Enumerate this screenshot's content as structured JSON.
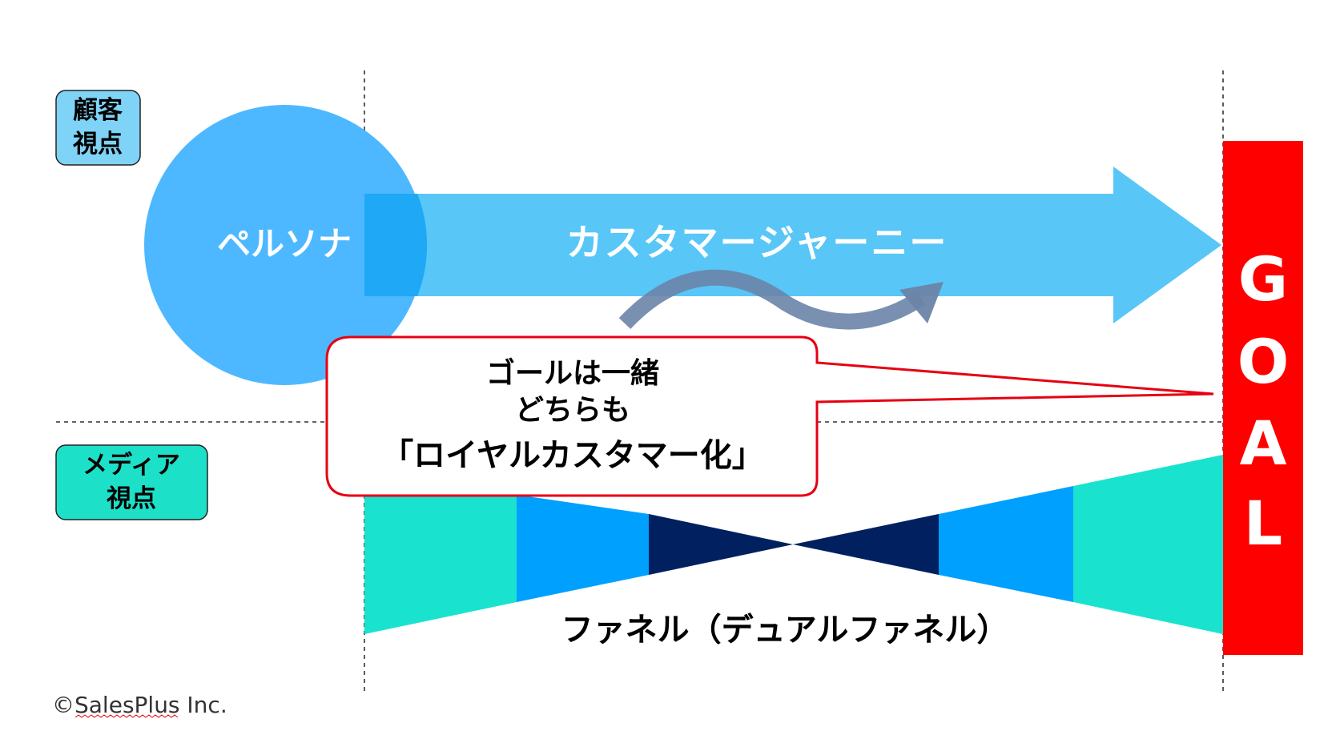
{
  "labels": {
    "customer_view": [
      "顧客",
      "視点"
    ],
    "media_view": [
      "メディア",
      "視点"
    ],
    "persona": "ペルソナ",
    "customer_journey": "カスタマージャーニー",
    "callout": [
      "ゴールは一緒",
      "どちらも",
      "「ロイヤルカスタマー化」"
    ],
    "funnel": "ファネル（デュアルファネル）",
    "goal_letters": [
      "G",
      "O",
      "A",
      "L"
    ],
    "copyright": "©SalesPlus Inc."
  },
  "colors": {
    "customer_badge": "#7fd3f7",
    "media_badge": "#1de0c9",
    "persona_circle": "#4db8ff",
    "journey_arrow": "#4fc3f7",
    "goal_bar": "#ff0000",
    "funnel_outer": "#19e3cf",
    "funnel_middle": "#00a0ff",
    "funnel_inner": "#002060",
    "curved_arrow": "#6b84a8",
    "callout_border": "#e60012"
  },
  "icons": {
    "curved_arrow": "curved-arrow-icon"
  }
}
